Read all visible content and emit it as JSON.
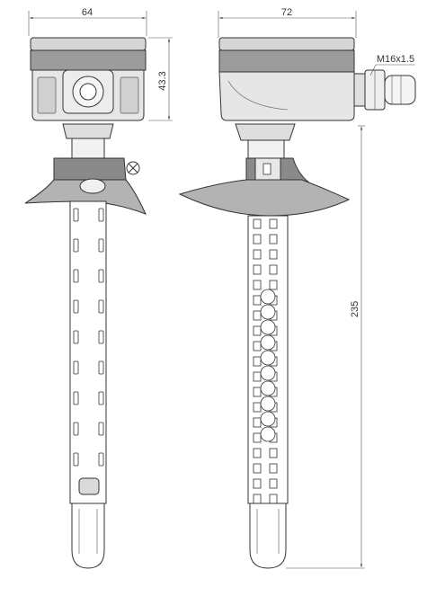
{
  "dimensions": {
    "width_front": "64",
    "height_housing": "43.3",
    "width_side": "72",
    "probe_length": "235",
    "thread": "M16x1.5"
  },
  "colors": {
    "line": "#333333",
    "housing_top": "#d6d6d6",
    "housing_band": "#9c9c9c",
    "housing_body": "#e6e6e6",
    "flange": "#b3b3b3",
    "flange_dark": "#8a8a8a",
    "tube": "#ffffff"
  }
}
